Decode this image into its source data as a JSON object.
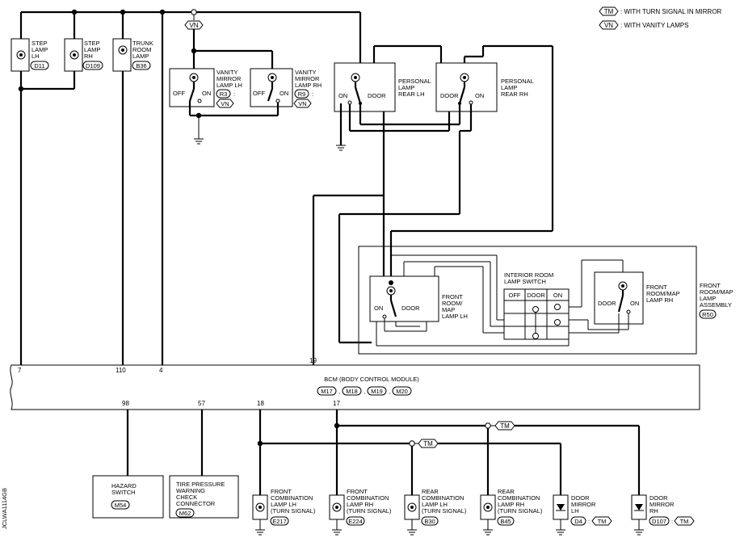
{
  "legend": {
    "tm_code": "TM",
    "tm_text": ": WITH TURN SIGNAL IN MIRROR",
    "vn_code": "VN",
    "vn_text": ": WITH VANITY LAMPS"
  },
  "step_lamp_lh": {
    "l1": "STEP",
    "l2": "LAMP",
    "l3": "LH",
    "conn": "D11"
  },
  "step_lamp_rh": {
    "l1": "STEP",
    "l2": "LAMP",
    "l3": "RH",
    "conn": "D109"
  },
  "trunk_lamp": {
    "l1": "TRUNK",
    "l2": "ROOM",
    "l3": "LAMP",
    "conn": "B36"
  },
  "vn_top": "VN",
  "vanity_lh": {
    "l1": "VANITY",
    "l2": "MIRROR",
    "l3": "LAMP LH",
    "conn": "R3",
    "sep": ":",
    "tag": "VN",
    "off": "OFF",
    "on": "ON"
  },
  "vanity_rh": {
    "l1": "VANITY",
    "l2": "MIRROR",
    "l3": "LAMP RH",
    "conn": "R9",
    "sep": ":",
    "tag": "VN",
    "off": "OFF",
    "on": "ON"
  },
  "personal_lh": {
    "l1": "PERSONAL",
    "l2": "LAMP",
    "l3": "REAR LH",
    "on": "ON",
    "door": "DOOR"
  },
  "personal_rh": {
    "l1": "PERSONAL",
    "l2": "LAMP",
    "l3": "REAR RH",
    "on": "ON",
    "door": "DOOR"
  },
  "front_lh": {
    "l1": "FRONT",
    "l2": "ROOM/",
    "l3": "MAP",
    "l4": "LAMP LH",
    "on": "ON",
    "door": "DOOR"
  },
  "front_rh": {
    "l1": "FRONT",
    "l2": "ROOM/MAP",
    "l3": "LAMP RH",
    "on": "ON",
    "door": "DOOR"
  },
  "interior_switch": {
    "l1": "INTERIOR ROOM",
    "l2": "LAMP SWITCH",
    "off": "OFF",
    "door": "DOOR",
    "on": "ON"
  },
  "assembly": {
    "l1": "FRONT",
    "l2": "ROOM/MAP",
    "l3": "LAMP",
    "l4": "ASSEMBLY",
    "conn": "R50"
  },
  "bcm": {
    "title": "BCM (BODY CONTROL MODULE)",
    "c1": "M17",
    "c2": "M18",
    "c3": "M19",
    "c4": "M20",
    "sep": ","
  },
  "pins_top": {
    "p7": "7",
    "p110": "110",
    "p4": "4",
    "p19": "19"
  },
  "pins_bottom": {
    "p98": "98",
    "p57": "57",
    "p18": "18",
    "p17": "17"
  },
  "hazard": {
    "l1": "HAZARD",
    "l2": "SWITCH",
    "conn": "M54"
  },
  "tire": {
    "l1": "TIRE PRESSURE",
    "l2": "WARNING",
    "l3": "CHECK",
    "l4": "CONNECTOR",
    "conn": "M62"
  },
  "fcl_lh": {
    "l1": "FRONT",
    "l2": "COMBINATION",
    "l3": "LAMP LH",
    "l4": "(TURN SIGNAL)",
    "conn": "E217"
  },
  "fcl_rh": {
    "l1": "FRONT",
    "l2": "COMBINATION",
    "l3": "LAMP RH",
    "l4": "(TURN SIGNAL)",
    "conn": "E224"
  },
  "rcl_lh": {
    "l1": "REAR",
    "l2": "COMBINATION",
    "l3": "LAMP LH",
    "l4": "(TURN SIGNAL)",
    "conn": "B30"
  },
  "rcl_rh": {
    "l1": "REAR",
    "l2": "COMBINATION",
    "l3": "LAMP RH",
    "l4": "(TURN SIGNAL)",
    "conn": "B45"
  },
  "mirror_lh": {
    "l1": "DOOR",
    "l2": "MIRROR",
    "l3": "LH",
    "conn": "D4",
    "sep": ":",
    "tag": "TM"
  },
  "mirror_rh": {
    "l1": "DOOR",
    "l2": "MIRROR",
    "l3": "RH",
    "conn": "D107",
    "sep": ":",
    "tag": "TM"
  },
  "tm_tag_upper": "TM",
  "tm_tag_lower": "TM",
  "diagram_id": "JCLWA1114GB"
}
